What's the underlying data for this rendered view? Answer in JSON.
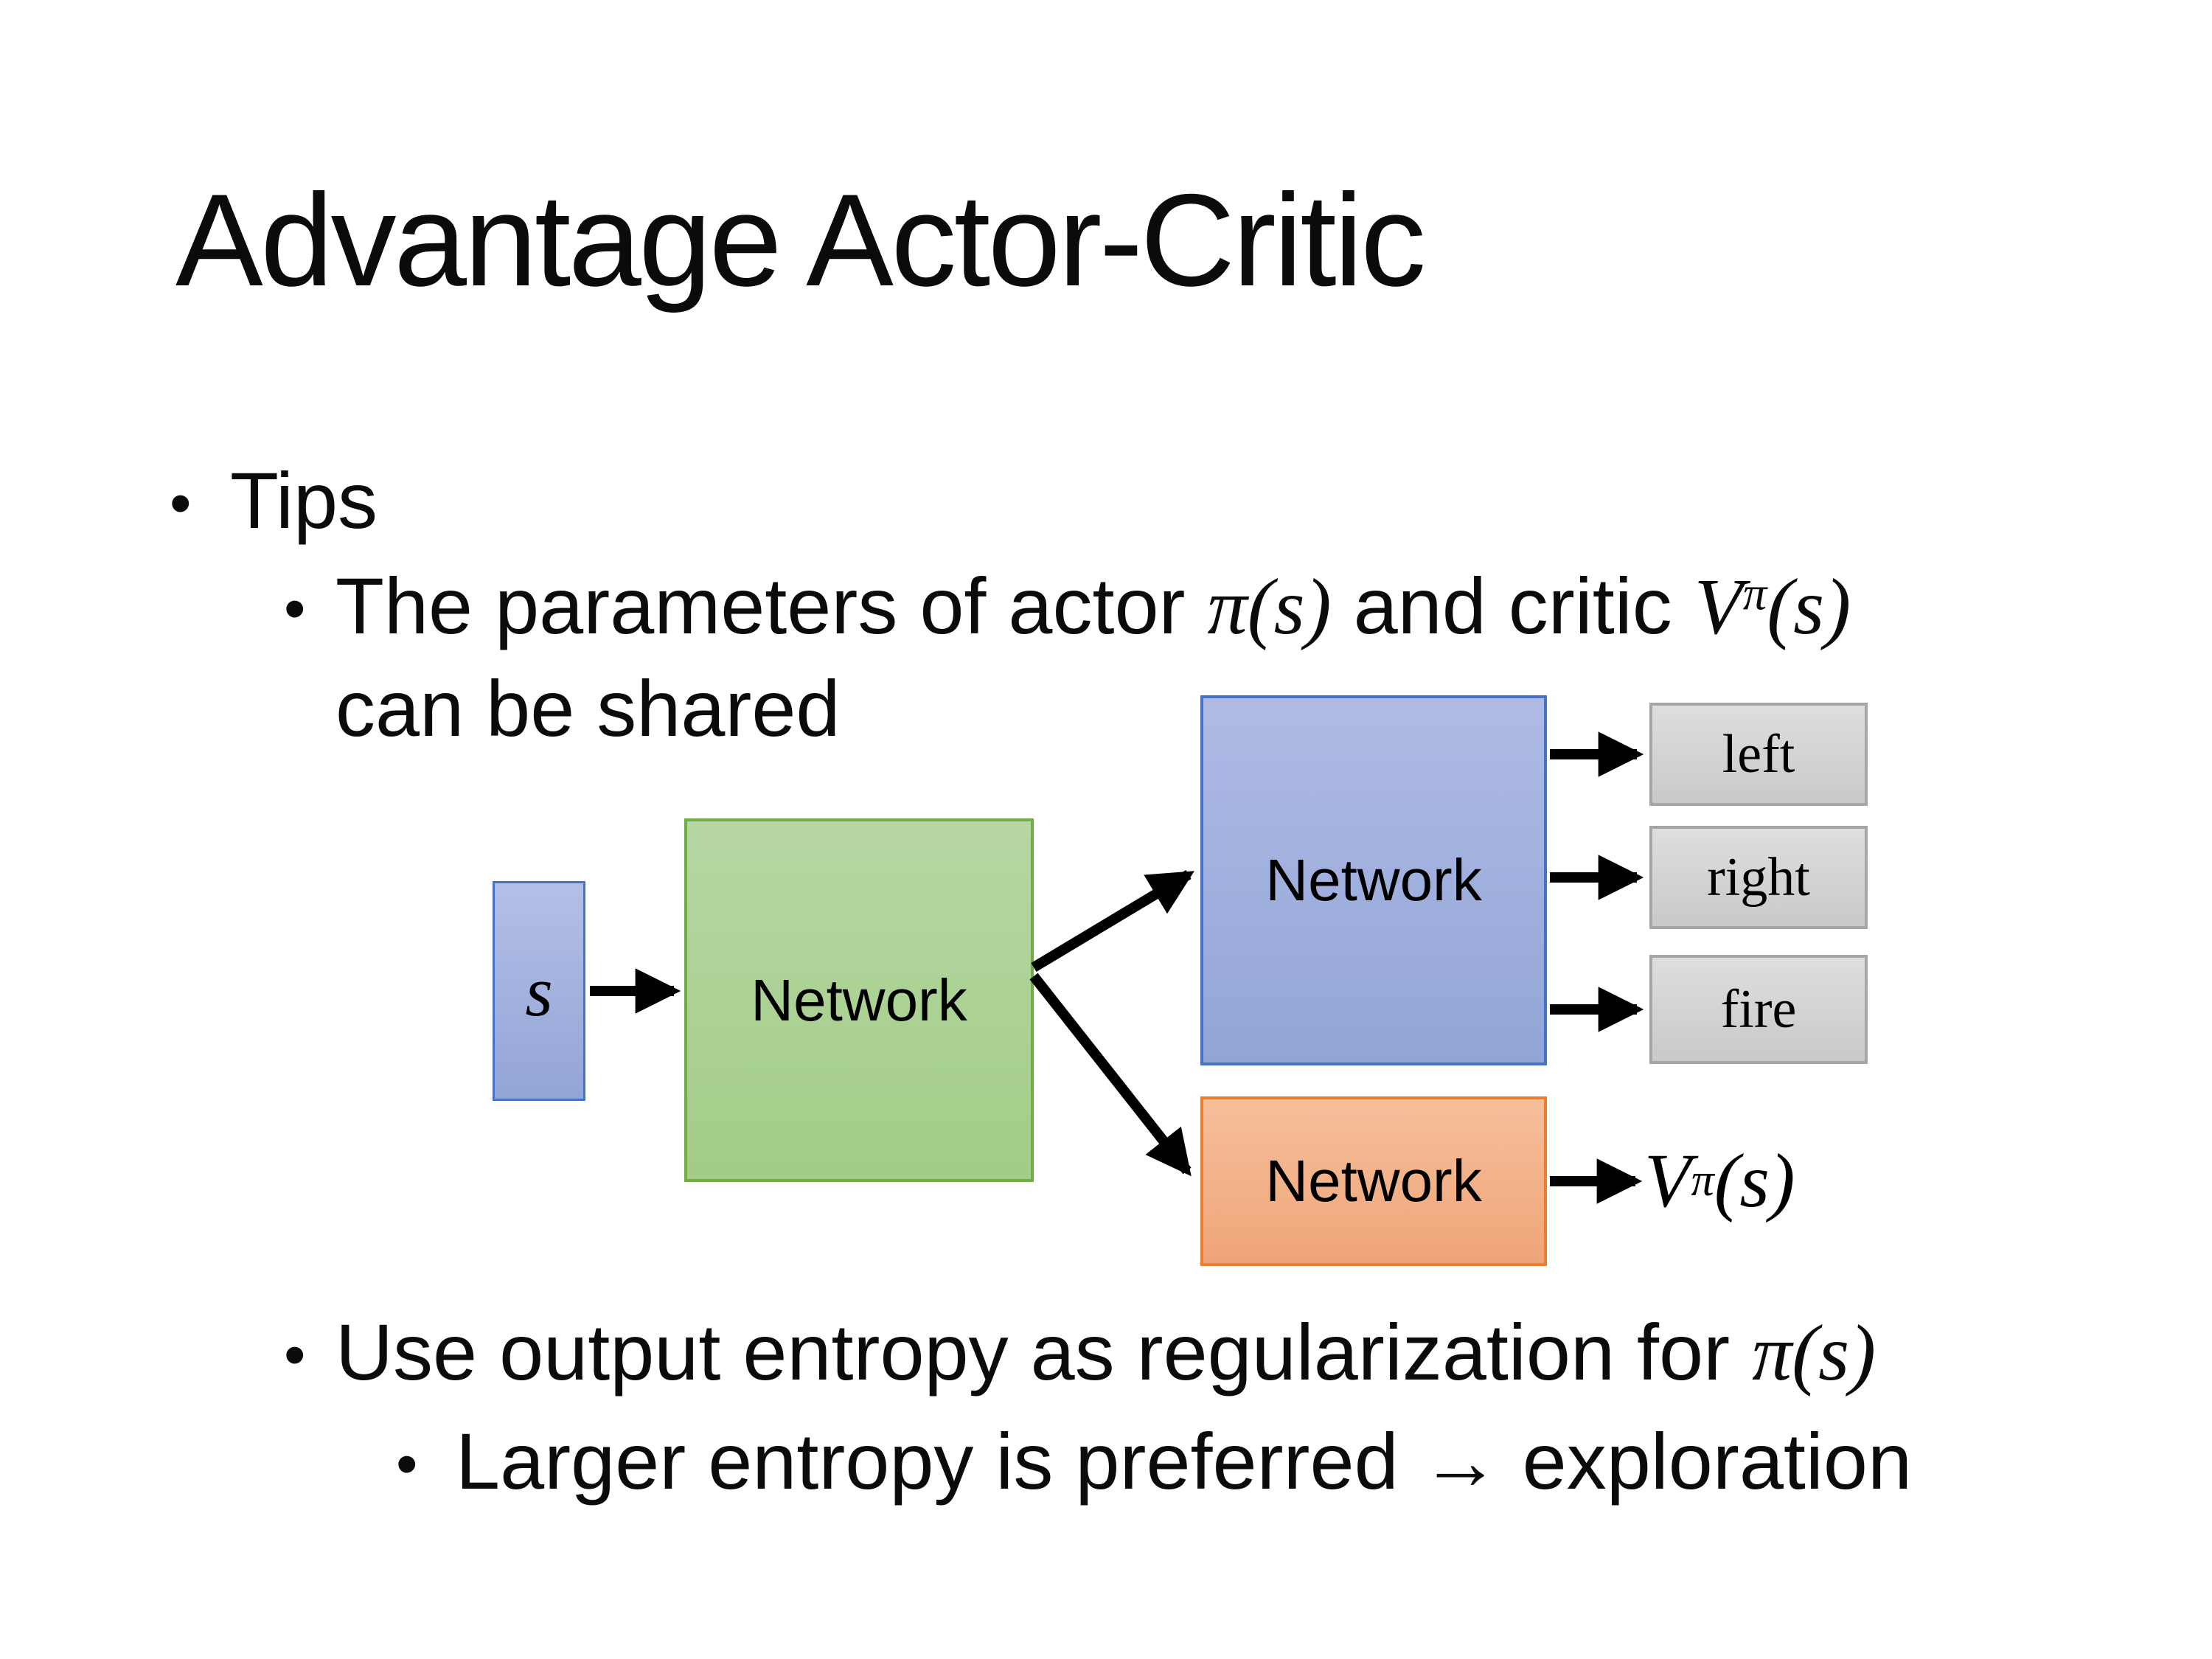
{
  "slide": {
    "title": "Advantage Actor-Critic",
    "marker": "•",
    "bullets": {
      "tips": "Tips",
      "sub1_part1": "The parameters of actor ",
      "sub1_pi": "π(s)",
      "sub1_part2": " and critic ",
      "v_base": "V",
      "v_sup": "π",
      "v_args": "(s)",
      "sub1_line2": "can be shared",
      "sub2_part1": "Use output entropy as regularization for ",
      "sub2_pi": "π(s)",
      "sub3": "Larger entropy is preferred → exploration"
    },
    "diagram": {
      "state_label": "s",
      "shared_network_label": "Network",
      "actor_network_label": "Network",
      "critic_network_label": "Network",
      "action_left": "left",
      "action_right": "right",
      "action_fire": "fire",
      "value_base": "V",
      "value_sup": "π",
      "value_args": "(s)",
      "colors": {
        "state_fill": "#a3b2de",
        "state_border": "#4472c4",
        "shared_fill": "#acd295",
        "shared_border": "#70ad47",
        "actor_fill": "#a0b0dd",
        "actor_border": "#4472c4",
        "critic_fill": "#f3b289",
        "critic_border": "#ed7d31",
        "action_fill": "#d4d4d4",
        "action_border": "#a6a6a6",
        "arrow": "#000000"
      }
    }
  }
}
